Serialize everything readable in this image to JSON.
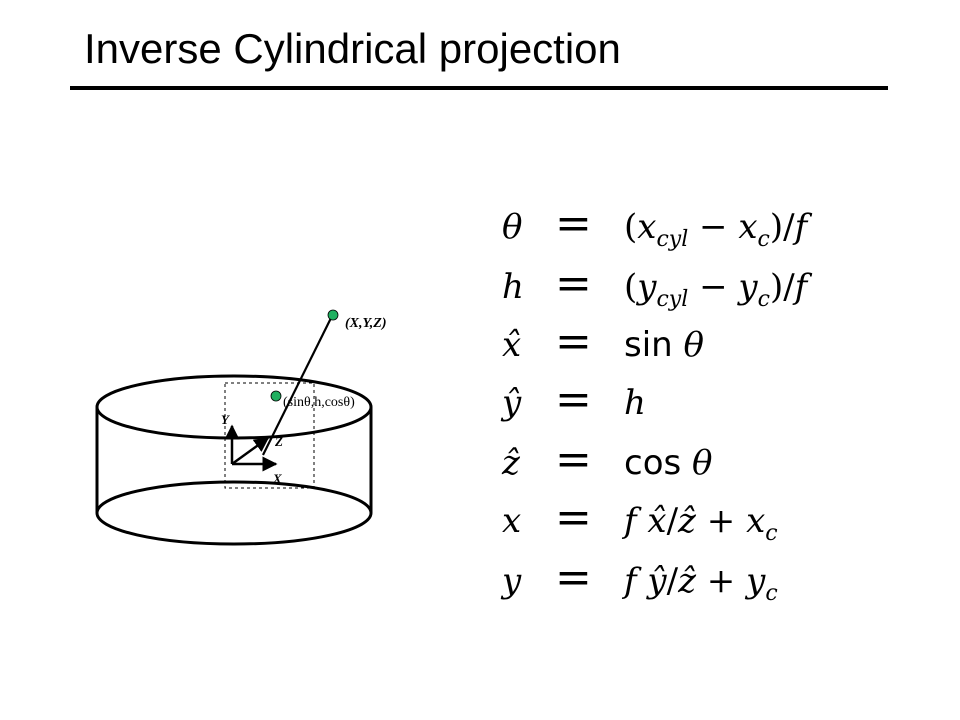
{
  "slide": {
    "title": "Inverse Cylindrical projection"
  },
  "diagram": {
    "point_label": "(X,Y,Z)",
    "projected_point_label": "(sinθ,h,cosθ)",
    "axis_y": "Y",
    "axis_z": "Z",
    "axis_x": "X"
  },
  "equations": [
    {
      "lhs": "θ",
      "op": "=",
      "rhs": "(x_cyl − x_c)/f"
    },
    {
      "lhs": "h",
      "op": "=",
      "rhs": "(y_cyl − y_c)/f"
    },
    {
      "lhs": "x̂",
      "op": "=",
      "rhs": "sin θ"
    },
    {
      "lhs": "ŷ",
      "op": "=",
      "rhs": "h"
    },
    {
      "lhs": "ẑ",
      "op": "=",
      "rhs": "cos θ"
    },
    {
      "lhs": "x",
      "op": "=",
      "rhs": "f x̂/ẑ + x_c"
    },
    {
      "lhs": "y",
      "op": "=",
      "rhs": "f ŷ/ẑ + y_c"
    }
  ],
  "colors": {
    "point_fill": "#20b060",
    "line": "#000000"
  }
}
